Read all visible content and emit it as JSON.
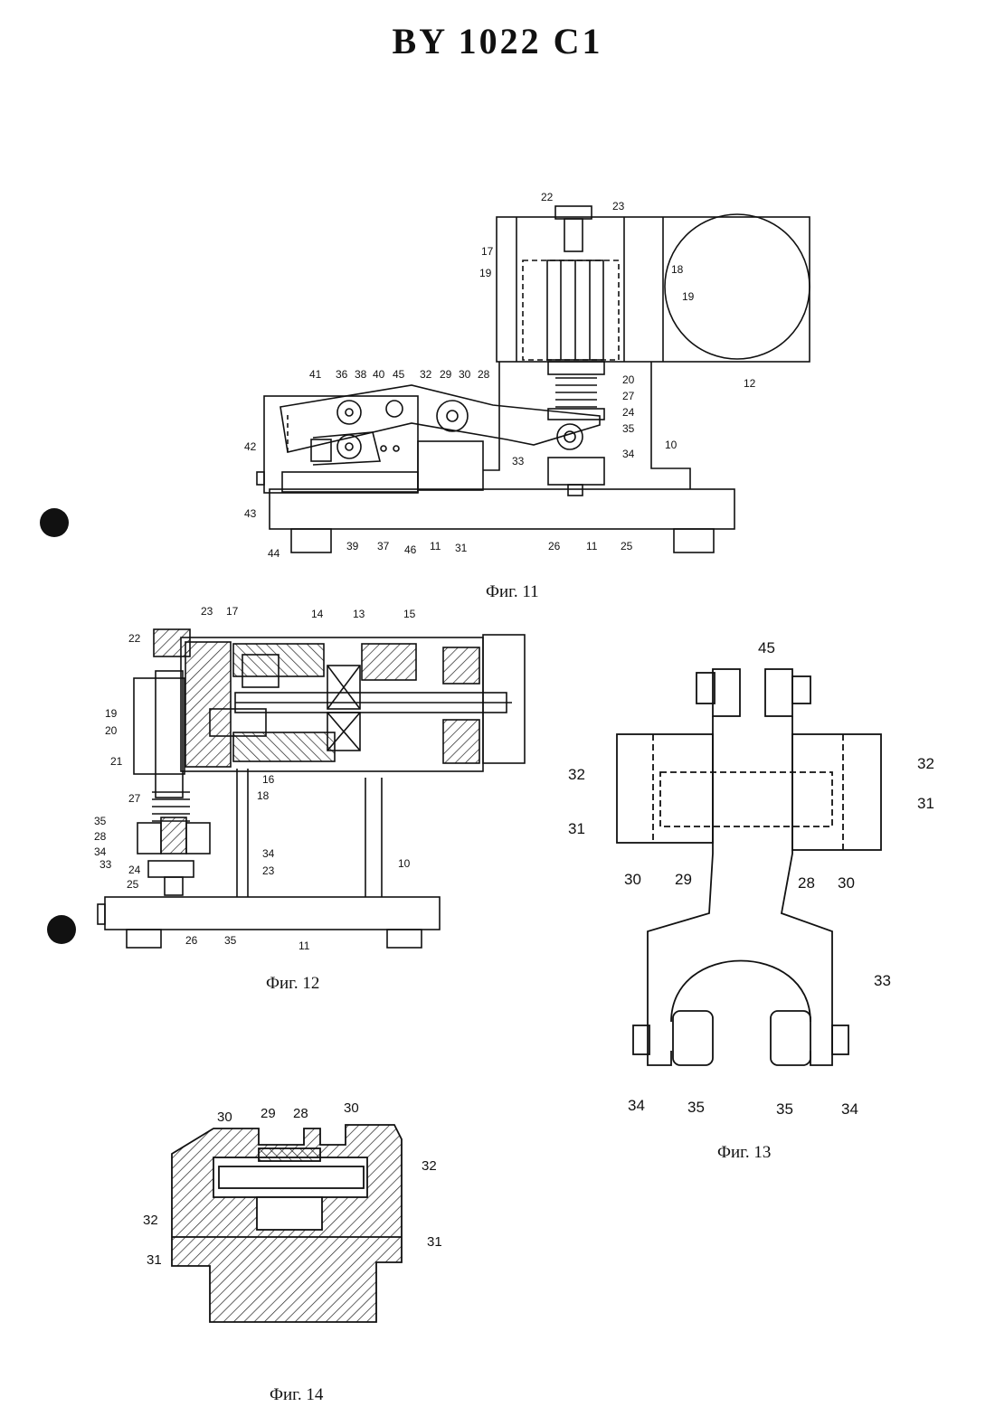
{
  "header": {
    "doc_number": "BY 1022 C1"
  },
  "figures": {
    "fig11": {
      "caption": "Фиг. 11",
      "labels": [
        "22",
        "23",
        "17",
        "19",
        "18",
        "19",
        "12",
        "41",
        "36",
        "38",
        "40",
        "45",
        "32",
        "29",
        "30",
        "28",
        "20",
        "27",
        "24",
        "35",
        "10",
        "42",
        "34",
        "33",
        "43",
        "44",
        "39",
        "37",
        "46",
        "11",
        "31",
        "26",
        "11",
        "25"
      ]
    },
    "fig12": {
      "caption": "Фиг. 12",
      "labels": [
        "23",
        "17",
        "14",
        "13",
        "15",
        "22",
        "19",
        "20",
        "21",
        "16",
        "18",
        "27",
        "35",
        "28",
        "34",
        "33",
        "24",
        "25",
        "34",
        "23",
        "10",
        "26",
        "35",
        "11"
      ]
    },
    "fig13": {
      "caption": "Фиг. 13",
      "labels": [
        "45",
        "32",
        "32",
        "31",
        "31",
        "30",
        "29",
        "30",
        "28",
        "33",
        "34",
        "35",
        "35",
        "34"
      ]
    },
    "fig14": {
      "caption": "Фиг. 14",
      "labels": [
        "30",
        "29",
        "28",
        "30",
        "32",
        "32",
        "31",
        "31"
      ]
    }
  }
}
